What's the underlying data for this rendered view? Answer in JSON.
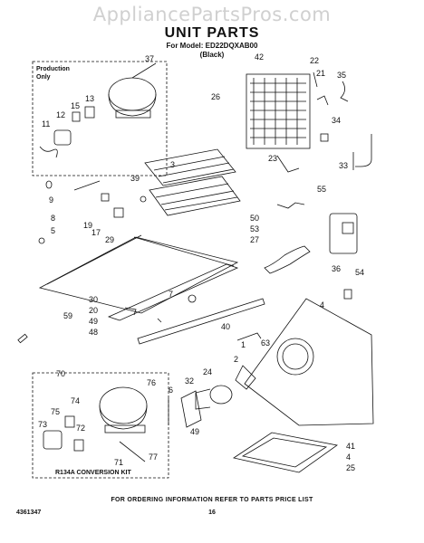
{
  "watermark": "AppliancePartsPros.com",
  "header": {
    "title": "UNIT PARTS",
    "model": "For Model: ED22DQXAB00",
    "variant": "(Black)"
  },
  "inset": {
    "line1": "Production",
    "line2": "Only"
  },
  "kit_label": "R134A CONVERSION KIT",
  "footer": {
    "note": "FOR ORDERING INFORMATION REFER TO PARTS PRICE LIST",
    "page": "16",
    "doc_number": "4361347"
  },
  "callouts": {
    "c37": "37",
    "c42": "42",
    "c22": "22",
    "c26": "26",
    "c21": "21",
    "c35": "35",
    "c15": "15",
    "c13": "13",
    "c12": "12",
    "c11": "11",
    "c34": "34",
    "c3": "3",
    "c39": "39",
    "c23": "23",
    "c33": "33",
    "c9": "9",
    "c8": "8",
    "c5": "5",
    "c19": "19",
    "c17": "17",
    "c29": "29",
    "c55": "55",
    "c50": "50",
    "c53": "53",
    "c27": "27",
    "c36": "36",
    "c54": "54",
    "c30": "30",
    "c20": "20",
    "c49a": "49",
    "c48": "48",
    "c7": "7",
    "c59": "59",
    "c40": "40",
    "c63": "63",
    "c4a": "4",
    "c1": "1",
    "c70": "70",
    "c76": "76",
    "c74": "74",
    "c75": "75",
    "c73": "73",
    "c72": "72",
    "c71": "71",
    "c77": "77",
    "c32": "32",
    "c24": "24",
    "c2": "2",
    "c6": "6",
    "c49b": "49",
    "c41": "41",
    "c4b": "4",
    "c25": "25"
  }
}
